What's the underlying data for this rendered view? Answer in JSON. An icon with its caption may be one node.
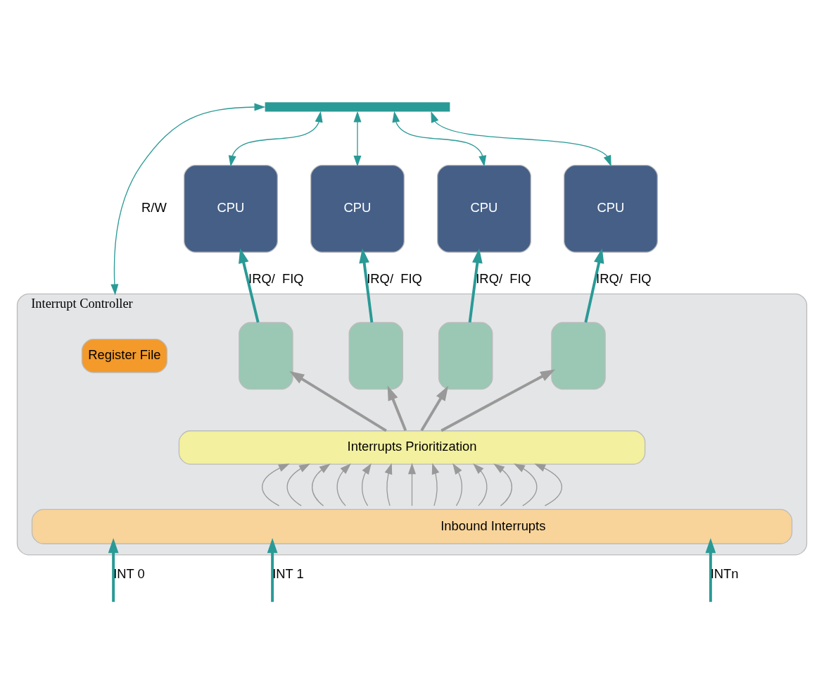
{
  "diagram": {
    "nodes": [
      {
        "text": [
          "Interrupt Controller"
        ]
      },
      {
        "text": [
          "Register File"
        ],
        "in": 0
      },
      {
        "text": [],
        "shape": "box",
        "in": 0
      },
      {
        "text": [],
        "shape": "box",
        "in": 0
      },
      {
        "text": [],
        "shape": "box",
        "in": 0
      },
      {
        "text": [],
        "shape": "box",
        "in": 0
      },
      {
        "text": [
          "Interrupts Prioritization"
        ],
        "in": 0
      },
      {
        "text": [
          "Inbound Interrupts"
        ],
        "in": 0
      },
      {
        "text": [
          "CPU"
        ]
      },
      {
        "text": [
          "CPU"
        ]
      },
      {
        "text": [
          "CPU"
        ]
      },
      {
        "text": [
          "CPU"
        ]
      },
      {
        "text": [],
        "shape": "bar"
      }
    ],
    "edges": [
      {
        "from": 12,
        "to": 8,
        "arrow": "both",
        "color": "#2a9a96"
      },
      {
        "from": 12,
        "to": 9,
        "arrow": "both",
        "color": "#2a9a96"
      },
      {
        "from": 12,
        "to": 10,
        "arrow": "both",
        "color": "#2a9a96"
      },
      {
        "from": 12,
        "to": 11,
        "arrow": "both",
        "color": "#2a9a96"
      },
      {
        "from": 0,
        "to": 12,
        "arrow": "both",
        "label": "R/W",
        "color": "#2a9a96"
      },
      {
        "from": 2,
        "to": 8,
        "arrow": "to",
        "label": "IRQ/  FIQ",
        "style": "thick",
        "color": "#2a9a96"
      },
      {
        "from": 3,
        "to": 9,
        "arrow": "to",
        "label": "IRQ/  FIQ",
        "style": "thick",
        "color": "#2a9a96"
      },
      {
        "from": 4,
        "to": 10,
        "arrow": "to",
        "label": "IRQ/  FIQ",
        "style": "thick",
        "color": "#2a9a96"
      },
      {
        "from": 5,
        "to": 11,
        "arrow": "to",
        "label": "IRQ/  FIQ",
        "style": "thick",
        "color": "#2a9a96"
      },
      {
        "from": 6,
        "to": 2,
        "arrow": "to",
        "style": "thick"
      },
      {
        "from": 6,
        "to": 3,
        "arrow": "to",
        "style": "thick"
      },
      {
        "from": 6,
        "to": 4,
        "arrow": "to",
        "style": "thick"
      },
      {
        "from": 6,
        "to": 5,
        "arrow": "to",
        "style": "thick"
      },
      {
        "from": 7,
        "to": 6,
        "arrow": "to"
      },
      {
        "from": 7,
        "to": 6,
        "arrow": "to"
      },
      {
        "from": 7,
        "to": 6,
        "arrow": "to"
      },
      {
        "from": 7,
        "to": 6,
        "arrow": "to"
      },
      {
        "from": 7,
        "to": 6,
        "arrow": "to"
      },
      {
        "from": 7,
        "to": 6,
        "arrow": "to"
      },
      {
        "from": 7,
        "to": 6,
        "arrow": "to"
      },
      {
        "from": 7,
        "to": 6,
        "arrow": "to"
      },
      {
        "from": 7,
        "to": 6,
        "arrow": "to"
      },
      {
        "from": 7,
        "to": 6,
        "arrow": "to"
      },
      {
        "from": 7,
        "to": 6,
        "arrow": "to"
      },
      {
        "from": 7,
        "to": 6,
        "arrow": "to"
      },
      {
        "from": 7,
        "to": 6,
        "arrow": "to"
      },
      {
        "from": null,
        "to": 7,
        "arrow": "to",
        "label": "INT 0",
        "style": "thick",
        "color": "#2a9a96"
      },
      {
        "from": null,
        "to": 7,
        "arrow": "to",
        "label": "INT 1",
        "style": "thick",
        "color": "#2a9a96"
      },
      {
        "from": null,
        "to": 7,
        "arrow": "to",
        "label": "INTn",
        "style": "thick",
        "color": "#2a9a96"
      }
    ]
  }
}
